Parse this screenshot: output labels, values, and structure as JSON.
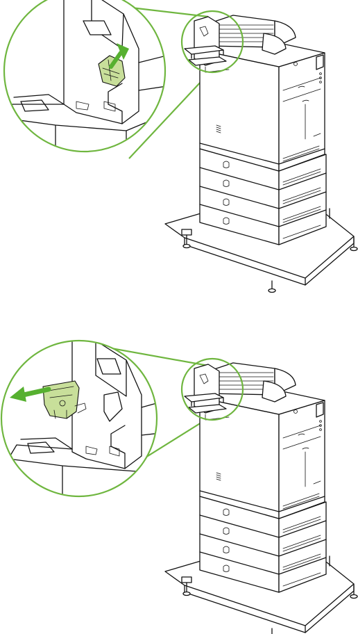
{
  "colors": {
    "accent_green": "#6fb63f",
    "part_green": "#c8df9a",
    "arrow_green": "#56b030",
    "line": "#111111",
    "background": "#ffffff"
  },
  "panels": [
    {
      "step": "insert-staple-cartridge",
      "arrow_direction": "up-right",
      "icons": [
        "printer-icon",
        "zoom-callout-icon",
        "staple-cartridge-icon",
        "green-arrow-icon"
      ]
    },
    {
      "step": "remove-staple-cartridge",
      "arrow_direction": "left",
      "icons": [
        "printer-icon",
        "zoom-callout-icon",
        "staple-cartridge-icon",
        "green-arrow-icon"
      ]
    }
  ]
}
